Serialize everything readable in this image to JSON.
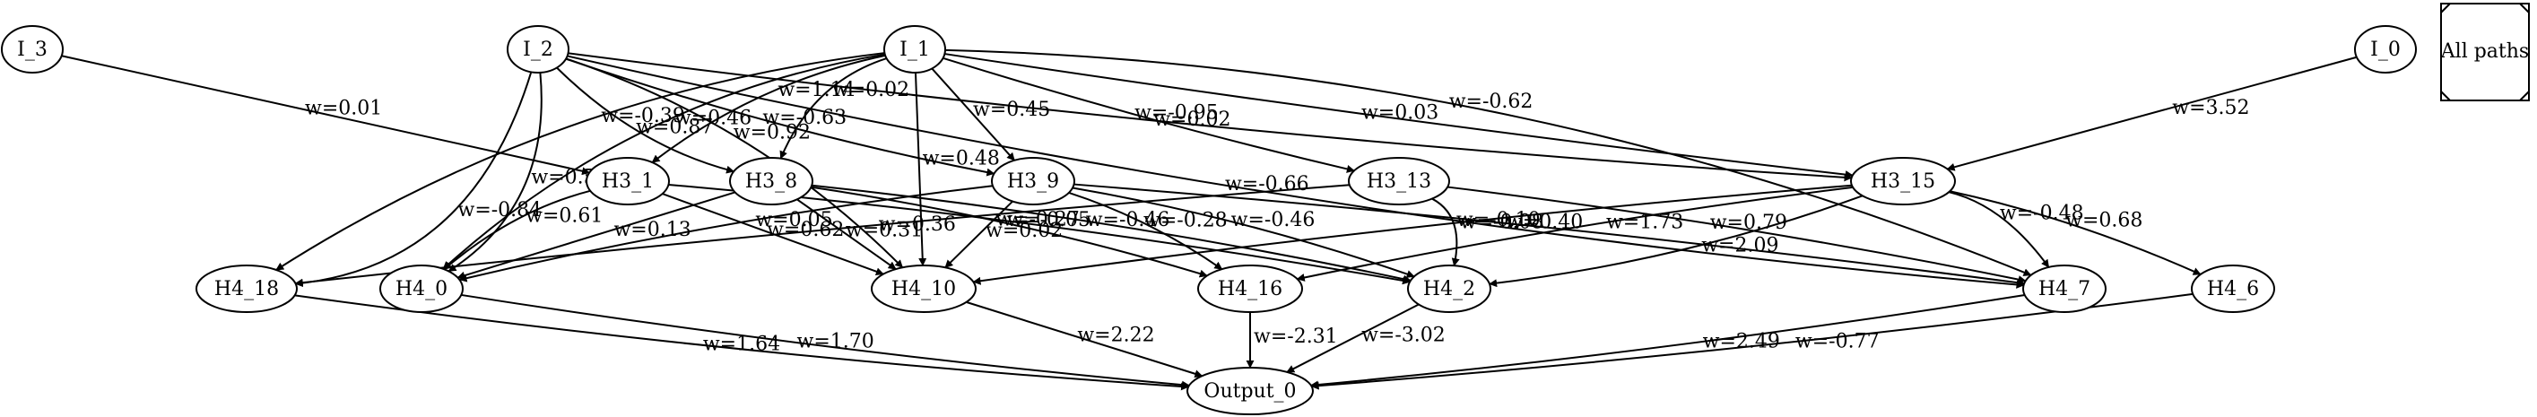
{
  "graph": {
    "legend": {
      "label": "All paths"
    },
    "nodes": {
      "I_3": "I_3",
      "I_2": "I_2",
      "I_1": "I_1",
      "I_0": "I_0",
      "H3_1": "H3_1",
      "H3_8": "H3_8",
      "H3_9": "H3_9",
      "H3_13": "H3_13",
      "H3_15": "H3_15",
      "H4_18": "H4_18",
      "H4_0": "H4_0",
      "H4_10": "H4_10",
      "H4_16": "H4_16",
      "H4_2": "H4_2",
      "H4_7": "H4_7",
      "H4_6": "H4_6",
      "Output_0": "Output_0"
    },
    "edges": [
      {
        "from": "I_3",
        "to": "H3_1",
        "weight": "w=0.01"
      },
      {
        "from": "I_2",
        "to": "H4_18",
        "weight": "w=-0.84"
      },
      {
        "from": "I_2",
        "to": "H4_0",
        "weight": "w=0.55"
      },
      {
        "from": "I_2",
        "to": "H4_10",
        "weight": "w=0.92"
      },
      {
        "from": "I_2",
        "to": "H3_8",
        "weight": "w=0.87"
      },
      {
        "from": "I_2",
        "to": "H3_9",
        "weight": "w=-0.63"
      },
      {
        "from": "I_2",
        "to": "H3_15",
        "weight": "w=0.02"
      },
      {
        "from": "I_2",
        "to": "H4_7",
        "weight": "w=-0.66"
      },
      {
        "from": "I_1",
        "to": "H4_18",
        "weight": "w=-0.39"
      },
      {
        "from": "I_1",
        "to": "H4_0",
        "weight": "w=0.46"
      },
      {
        "from": "I_1",
        "to": "H3_1",
        "weight": "w=1.14"
      },
      {
        "from": "I_1",
        "to": "H3_8",
        "weight": "w=0.02"
      },
      {
        "from": "I_1",
        "to": "H4_10",
        "weight": "w=0.48"
      },
      {
        "from": "I_1",
        "to": "H3_9",
        "weight": "w=0.45"
      },
      {
        "from": "I_1",
        "to": "H3_13",
        "weight": "w=-0.95"
      },
      {
        "from": "I_1",
        "to": "H3_15",
        "weight": "w=0.03"
      },
      {
        "from": "I_1",
        "to": "H4_7",
        "weight": "w=-0.62"
      },
      {
        "from": "I_0",
        "to": "H3_15",
        "weight": "w=3.52"
      },
      {
        "from": "H3_1",
        "to": "H4_0",
        "weight": "w=0.61"
      },
      {
        "from": "H3_1",
        "to": "H4_10",
        "weight": "w=0.62"
      },
      {
        "from": "H3_1",
        "to": "H4_2",
        "weight": "w=-0.05"
      },
      {
        "from": "H3_8",
        "to": "H4_0",
        "weight": "w=0.13"
      },
      {
        "from": "H3_8",
        "to": "H4_10",
        "weight": "w=0.31"
      },
      {
        "from": "H3_8",
        "to": "H4_16",
        "weight": "w=-0.27"
      },
      {
        "from": "H3_8",
        "to": "H4_2",
        "weight": "w=-0.46"
      },
      {
        "from": "H3_9",
        "to": "H4_0",
        "weight": "w=0.05"
      },
      {
        "from": "H3_9",
        "to": "H4_10",
        "weight": "w=0.02"
      },
      {
        "from": "H3_9",
        "to": "H4_16",
        "weight": "w=-0.28"
      },
      {
        "from": "H3_9",
        "to": "H4_2",
        "weight": "w=-0.46"
      },
      {
        "from": "H3_9",
        "to": "H4_7",
        "weight": "w=0.40"
      },
      {
        "from": "H3_13",
        "to": "H4_18",
        "weight": "w=0.36"
      },
      {
        "from": "H3_13",
        "to": "H4_2",
        "weight": "w=-0.10"
      },
      {
        "from": "H3_13",
        "to": "H4_7",
        "weight": "w=0.79"
      },
      {
        "from": "H3_15",
        "to": "H4_10",
        "weight": "w=-0.08"
      },
      {
        "from": "H3_15",
        "to": "H4_16",
        "weight": "w=1.73"
      },
      {
        "from": "H3_15",
        "to": "H4_2",
        "weight": "w=2.09"
      },
      {
        "from": "H3_15",
        "to": "H4_7",
        "weight": "w=-0.48"
      },
      {
        "from": "H3_15",
        "to": "H4_6",
        "weight": "w=0.68"
      },
      {
        "from": "H4_18",
        "to": "Output_0",
        "weight": "w=1.64"
      },
      {
        "from": "H4_0",
        "to": "Output_0",
        "weight": "w=1.70"
      },
      {
        "from": "H4_10",
        "to": "Output_0",
        "weight": "w=2.22"
      },
      {
        "from": "H4_16",
        "to": "Output_0",
        "weight": "w=-2.31"
      },
      {
        "from": "H4_2",
        "to": "Output_0",
        "weight": "w=-3.02"
      },
      {
        "from": "H4_7",
        "to": "Output_0",
        "weight": "w=2.49"
      },
      {
        "from": "H4_6",
        "to": "Output_0",
        "weight": "w=-0.77"
      }
    ]
  }
}
